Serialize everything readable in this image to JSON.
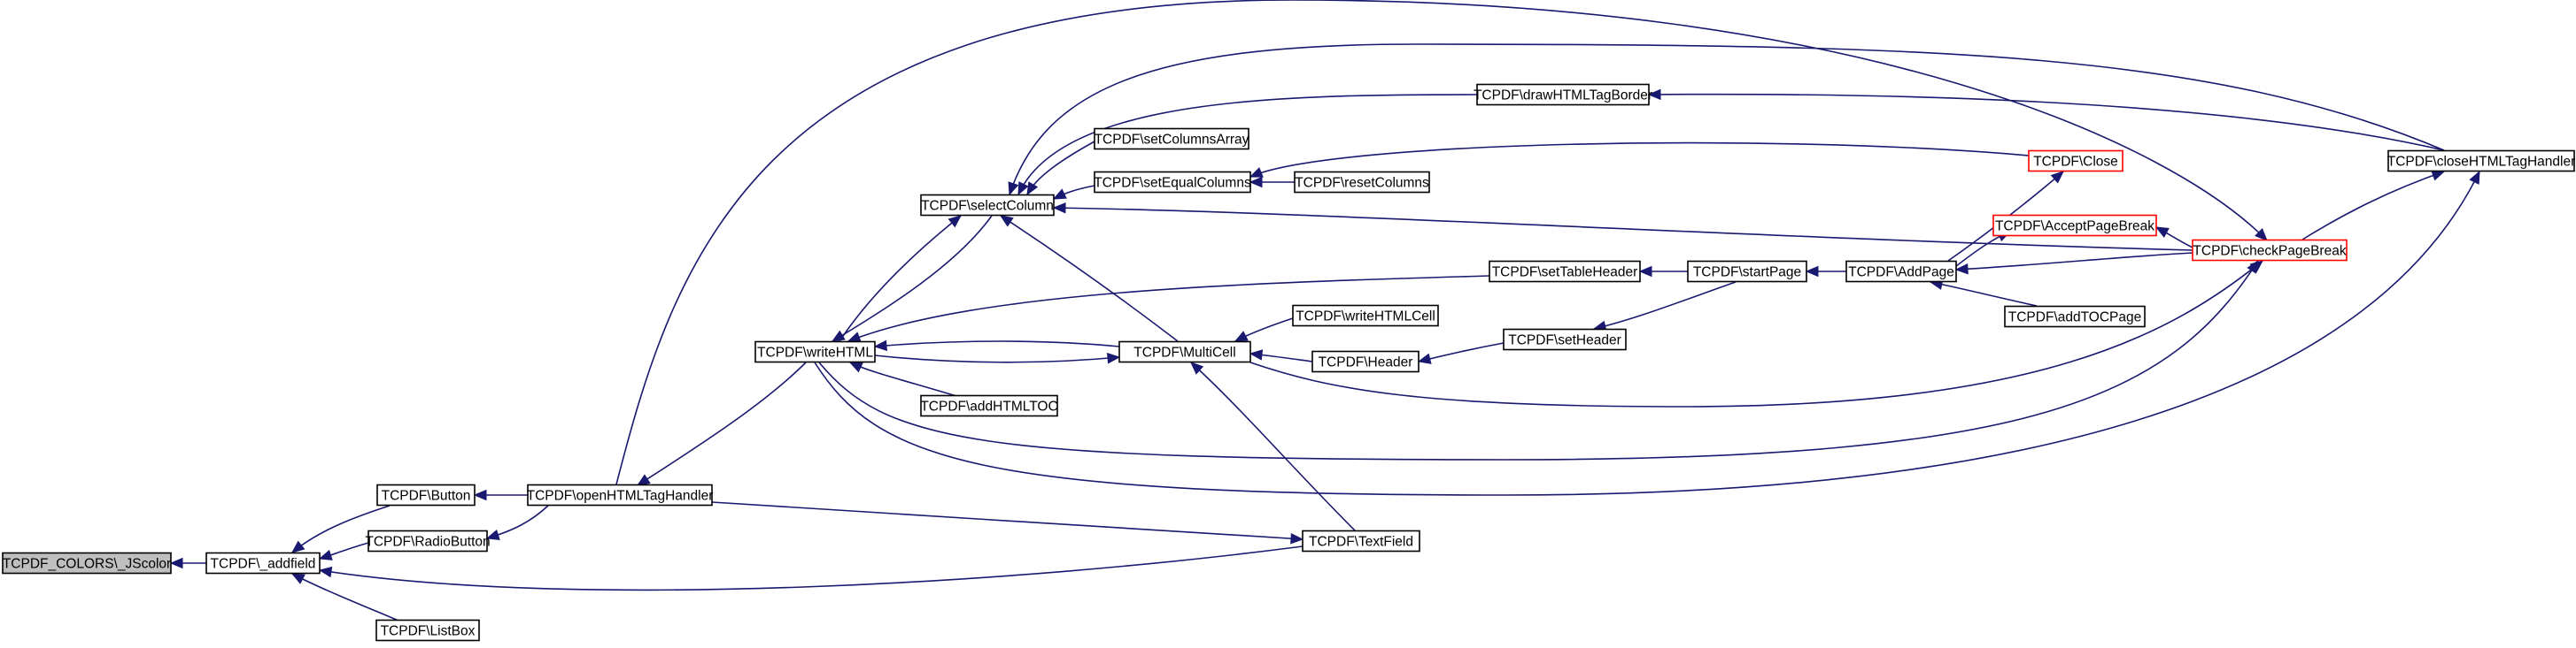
{
  "colors": {
    "edge": "#191970",
    "node_border": "#000000",
    "truncated_border": "#ff0000",
    "root_fill": "#bfbfbf",
    "background": "#ffffff"
  },
  "nodes": [
    {
      "id": "jscolor",
      "label": "TCPDF_COLORS\\_JScolor",
      "style": "root"
    },
    {
      "id": "addfield",
      "label": "TCPDF\\_addfield",
      "style": "normal"
    },
    {
      "id": "button",
      "label": "TCPDF\\Button",
      "style": "normal"
    },
    {
      "id": "radiobutton",
      "label": "TCPDF\\RadioButton",
      "style": "normal"
    },
    {
      "id": "listbox",
      "label": "TCPDF\\ListBox",
      "style": "normal"
    },
    {
      "id": "openhtml",
      "label": "TCPDF\\openHTMLTagHandler",
      "style": "normal"
    },
    {
      "id": "writehtml",
      "label": "TCPDF\\writeHTML",
      "style": "normal"
    },
    {
      "id": "selectcolumn",
      "label": "TCPDF\\selectColumn",
      "style": "normal"
    },
    {
      "id": "setcolumnsarray",
      "label": "TCPDF\\setColumnsArray",
      "style": "normal"
    },
    {
      "id": "setequalcolumns",
      "label": "TCPDF\\setEqualColumns",
      "style": "normal"
    },
    {
      "id": "resetcolumns",
      "label": "TCPDF\\resetColumns",
      "style": "normal"
    },
    {
      "id": "drawhtmltagborder",
      "label": "TCPDF\\drawHTMLTagBorder",
      "style": "normal"
    },
    {
      "id": "multicell",
      "label": "TCPDF\\MultiCell",
      "style": "normal"
    },
    {
      "id": "addhtmltoc",
      "label": "TCPDF\\addHTMLTOC",
      "style": "normal"
    },
    {
      "id": "writehtmlcell",
      "label": "TCPDF\\writeHTMLCell",
      "style": "normal"
    },
    {
      "id": "header",
      "label": "TCPDF\\Header",
      "style": "normal"
    },
    {
      "id": "textfield",
      "label": "TCPDF\\TextField",
      "style": "normal"
    },
    {
      "id": "settableheader",
      "label": "TCPDF\\setTableHeader",
      "style": "normal"
    },
    {
      "id": "setheader",
      "label": "TCPDF\\setHeader",
      "style": "normal"
    },
    {
      "id": "startpage",
      "label": "TCPDF\\startPage",
      "style": "normal"
    },
    {
      "id": "addpage",
      "label": "TCPDF\\AddPage",
      "style": "normal"
    },
    {
      "id": "close",
      "label": "TCPDF\\Close",
      "style": "truncated"
    },
    {
      "id": "acceptpagebreak",
      "label": "TCPDF\\AcceptPageBreak",
      "style": "truncated"
    },
    {
      "id": "addtocpage",
      "label": "TCPDF\\addTOCPage",
      "style": "normal"
    },
    {
      "id": "checkpagebreak",
      "label": "TCPDF\\checkPageBreak",
      "style": "truncated"
    },
    {
      "id": "closehtml",
      "label": "TCPDF\\closeHTMLTagHandler",
      "style": "normal"
    }
  ],
  "edges": [
    {
      "from": "addfield",
      "to": "jscolor"
    },
    {
      "from": "button",
      "to": "addfield"
    },
    {
      "from": "radiobutton",
      "to": "addfield"
    },
    {
      "from": "listbox",
      "to": "addfield"
    },
    {
      "from": "textfield",
      "to": "addfield"
    },
    {
      "from": "openhtml",
      "to": "button"
    },
    {
      "from": "openhtml",
      "to": "radiobutton"
    },
    {
      "from": "openhtml",
      "to": "textfield"
    },
    {
      "from": "openhtml",
      "to": "checkpagebreak"
    },
    {
      "from": "writehtml",
      "to": "openhtml"
    },
    {
      "from": "writehtml",
      "to": "selectcolumn"
    },
    {
      "from": "selectcolumn",
      "to": "writehtml"
    },
    {
      "from": "writehtml",
      "to": "multicell"
    },
    {
      "from": "multicell",
      "to": "writehtml"
    },
    {
      "from": "addhtmltoc",
      "to": "writehtml"
    },
    {
      "from": "settableheader",
      "to": "writehtml"
    },
    {
      "from": "writehtml",
      "to": "checkpagebreak"
    },
    {
      "from": "writehtml",
      "to": "closehtml"
    },
    {
      "from": "setcolumnsarray",
      "to": "selectcolumn"
    },
    {
      "from": "setequalcolumns",
      "to": "selectcolumn"
    },
    {
      "from": "drawhtmltagborder",
      "to": "selectcolumn"
    },
    {
      "from": "multicell",
      "to": "selectcolumn"
    },
    {
      "from": "checkpagebreak",
      "to": "selectcolumn"
    },
    {
      "from": "closehtml",
      "to": "selectcolumn"
    },
    {
      "from": "resetcolumns",
      "to": "setequalcolumns"
    },
    {
      "from": "close",
      "to": "setequalcolumns"
    },
    {
      "from": "closehtml",
      "to": "drawhtmltagborder"
    },
    {
      "from": "writehtmlcell",
      "to": "multicell"
    },
    {
      "from": "header",
      "to": "multicell"
    },
    {
      "from": "textfield",
      "to": "multicell"
    },
    {
      "from": "multicell",
      "to": "checkpagebreak"
    },
    {
      "from": "setheader",
      "to": "header"
    },
    {
      "from": "startpage",
      "to": "settableheader"
    },
    {
      "from": "startpage",
      "to": "setheader"
    },
    {
      "from": "addpage",
      "to": "startpage"
    },
    {
      "from": "addpage",
      "to": "close"
    },
    {
      "from": "addpage",
      "to": "acceptpagebreak"
    },
    {
      "from": "addtocpage",
      "to": "addpage"
    },
    {
      "from": "checkpagebreak",
      "to": "addpage"
    },
    {
      "from": "checkpagebreak",
      "to": "acceptpagebreak"
    },
    {
      "from": "checkpagebreak",
      "to": "closehtml"
    }
  ]
}
